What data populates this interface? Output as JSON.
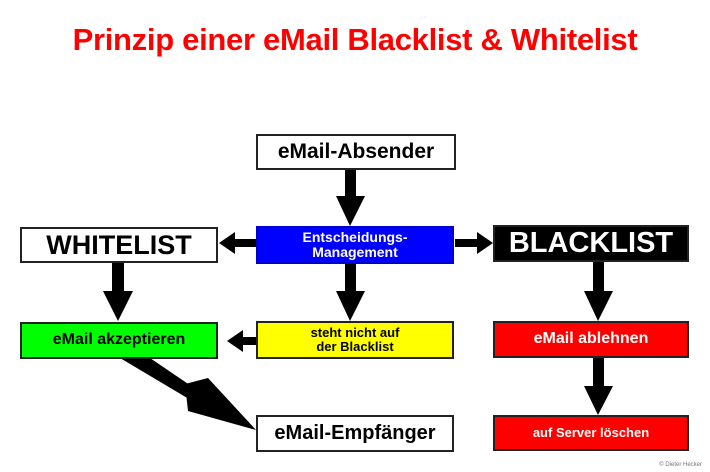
{
  "title": "Prinzip einer eMail Blacklist & Whitelist",
  "nodes": {
    "sender": {
      "label": "eMail-Absender",
      "fill": "#ffffff",
      "text_color": "#000000"
    },
    "decision": {
      "label": "Entscheidungs-\nManagement",
      "fill": "#0000ff",
      "text_color": "#ffffff"
    },
    "whitelist": {
      "label": "WHITELIST",
      "fill": "#ffffff",
      "text_color": "#000000"
    },
    "blacklist": {
      "label": "BLACKLIST",
      "fill": "#000000",
      "text_color": "#ffffff"
    },
    "accept": {
      "label": "eMail akzeptieren",
      "fill": "#00ff00",
      "text_color": "#000000"
    },
    "not_blacklisted": {
      "label": "steht nicht auf\nder Blacklist",
      "fill": "#ffff00",
      "text_color": "#000000"
    },
    "reject": {
      "label": "eMail ablehnen",
      "fill": "#ff0000",
      "text_color": "#ffffff"
    },
    "recipient": {
      "label": "eMail-Empfänger",
      "fill": "#ffffff",
      "text_color": "#000000"
    },
    "delete": {
      "label": "auf Server löschen",
      "fill": "#ff0000",
      "text_color": "#ffffff"
    }
  },
  "edges": [
    {
      "from": "sender",
      "to": "decision"
    },
    {
      "from": "decision",
      "to": "whitelist"
    },
    {
      "from": "decision",
      "to": "blacklist"
    },
    {
      "from": "decision",
      "to": "not_blacklisted"
    },
    {
      "from": "whitelist",
      "to": "accept"
    },
    {
      "from": "not_blacklisted",
      "to": "accept"
    },
    {
      "from": "accept",
      "to": "recipient"
    },
    {
      "from": "blacklist",
      "to": "reject"
    },
    {
      "from": "reject",
      "to": "delete"
    }
  ],
  "copyright": "© Dieter Hecker"
}
